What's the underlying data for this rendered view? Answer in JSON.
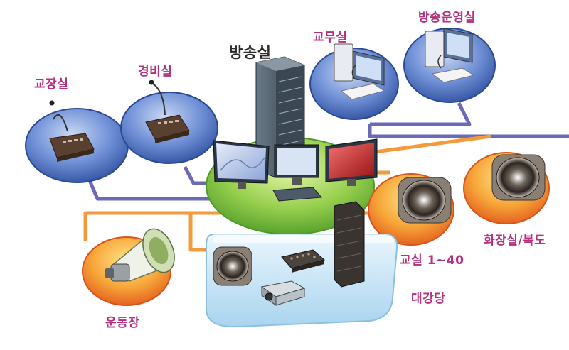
{
  "diagram": {
    "hub": {
      "label": "방송실"
    },
    "nodes": [
      {
        "id": "principal",
        "label": "교장실",
        "device": "microphone-console"
      },
      {
        "id": "security",
        "label": "경비실",
        "device": "microphone-console"
      },
      {
        "id": "staff",
        "label": "교무실",
        "device": "computer-workstation"
      },
      {
        "id": "operations",
        "label": "방송운영실",
        "device": "computer-workstation"
      },
      {
        "id": "classroom",
        "label": "교실 1~40",
        "device": "speaker"
      },
      {
        "id": "restroom",
        "label": "화장실/복도",
        "device": "speaker"
      },
      {
        "id": "playground",
        "label": "운동장",
        "device": "horn-speaker"
      },
      {
        "id": "auditorium",
        "label": "대강당",
        "device": "audio-visual-set"
      }
    ],
    "colors": {
      "control_line": "#6a6ab8",
      "audio_line": "#f39a3c",
      "label": "#b5307f",
      "hub_label": "#2b2b2b",
      "blue_platform": "#4a6fc0",
      "orange_platform": "#f07a1e",
      "green_platform": "#74b83a",
      "stage_platform": "#bfe0f3"
    }
  }
}
